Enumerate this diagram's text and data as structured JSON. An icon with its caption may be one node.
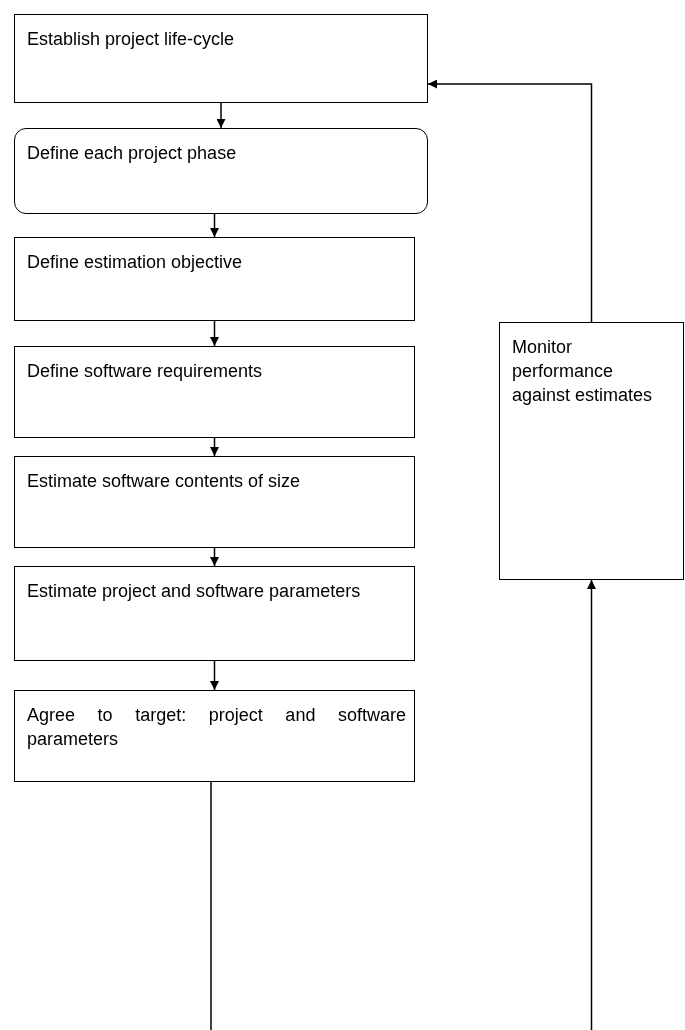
{
  "diagram": {
    "nodes": [
      {
        "text": [
          "Establish project life-cycle"
        ]
      },
      {
        "text": [
          "Define each project phase"
        ]
      },
      {
        "text": [
          "Define estimation objective"
        ]
      },
      {
        "text": [
          "Define software requirements"
        ]
      },
      {
        "text": [
          "Estimate software contents of size"
        ]
      },
      {
        "text": [
          "Estimate project and software parameters"
        ]
      },
      {
        "text": [
          "Agree to target: project and software parameters"
        ]
      },
      {
        "text": [
          "Monitor performance against estimates"
        ]
      }
    ],
    "edges": [
      {
        "from": 0,
        "to": 1,
        "arrow": "to"
      },
      {
        "from": 1,
        "to": 2,
        "arrow": "to"
      },
      {
        "from": 2,
        "to": 3,
        "arrow": "to"
      },
      {
        "from": 3,
        "to": 4,
        "arrow": "to"
      },
      {
        "from": 4,
        "to": 5,
        "arrow": "to"
      },
      {
        "from": 5,
        "to": 6,
        "arrow": "to"
      },
      {
        "from": 6,
        "to": null,
        "arrow": "none"
      },
      {
        "from": null,
        "to": 7,
        "arrow": "to"
      },
      {
        "from": 7,
        "to": 0,
        "arrow": "to"
      }
    ]
  }
}
